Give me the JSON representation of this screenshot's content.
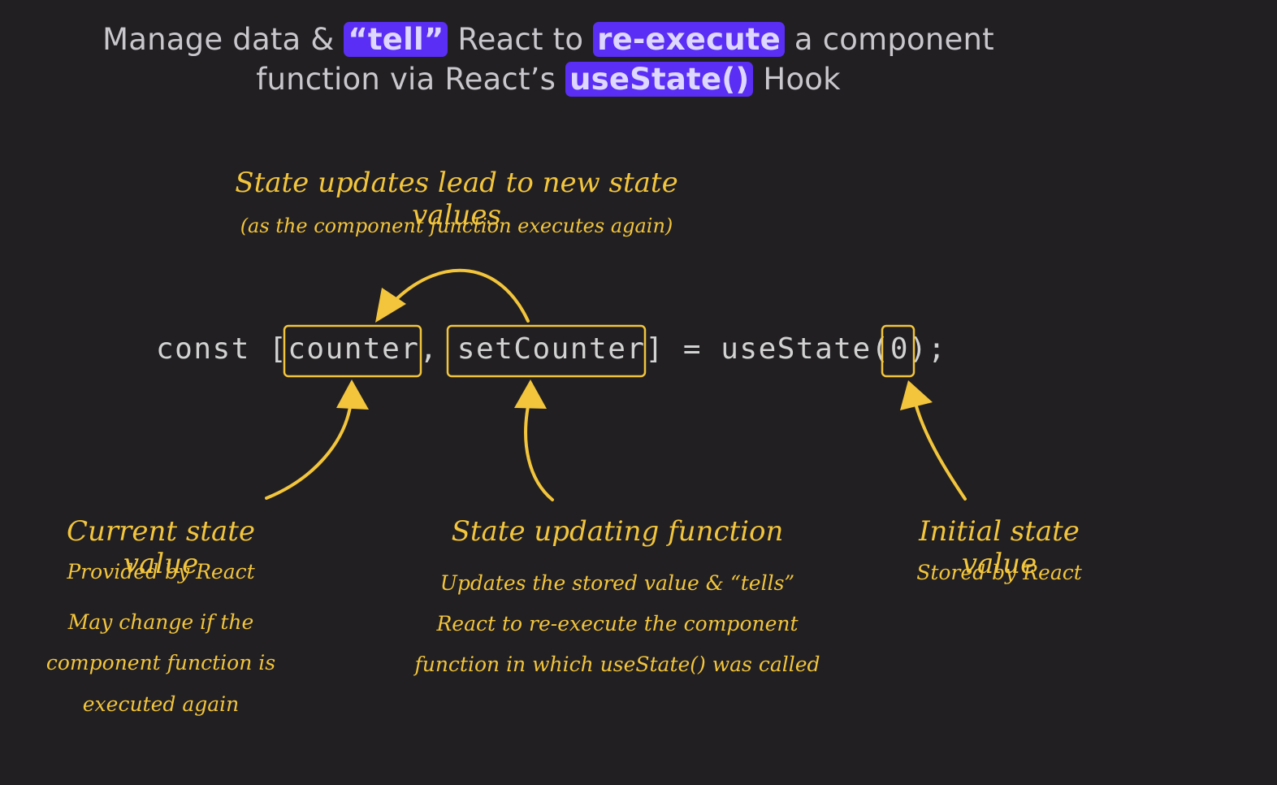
{
  "title": {
    "part1": "Manage data & ",
    "hl1": "“tell”",
    "part2": " React to ",
    "hl2": "re-execute",
    "part3": " a component",
    "part4": "function via React’s ",
    "hl3": "useState()",
    "part5": " Hook"
  },
  "top_note": {
    "heading": "State updates lead to new state values",
    "sub": "(as the component function executes again)"
  },
  "code": {
    "pre": "const [",
    "counter": "counter",
    "sep": ", ",
    "setter": "setCounter",
    "mid": "] = useState(",
    "initial": "0",
    "post": ");"
  },
  "labels": {
    "current": {
      "heading": "Current state value",
      "line1": "Provided by React",
      "line2": "May change if the",
      "line3": "component function is",
      "line4": "executed again"
    },
    "updater": {
      "heading": "State updating function",
      "line1": "Updates the stored value & “tells”",
      "line2": "React to re-execute the component",
      "line3": "function in which useState() was called"
    },
    "initial": {
      "heading": "Initial state value",
      "line1": "Stored by React"
    }
  },
  "colors": {
    "background": "#211f22",
    "highlight": "#5a2ef4",
    "annotation": "#f2c53c",
    "text": "#c9c7cc"
  }
}
